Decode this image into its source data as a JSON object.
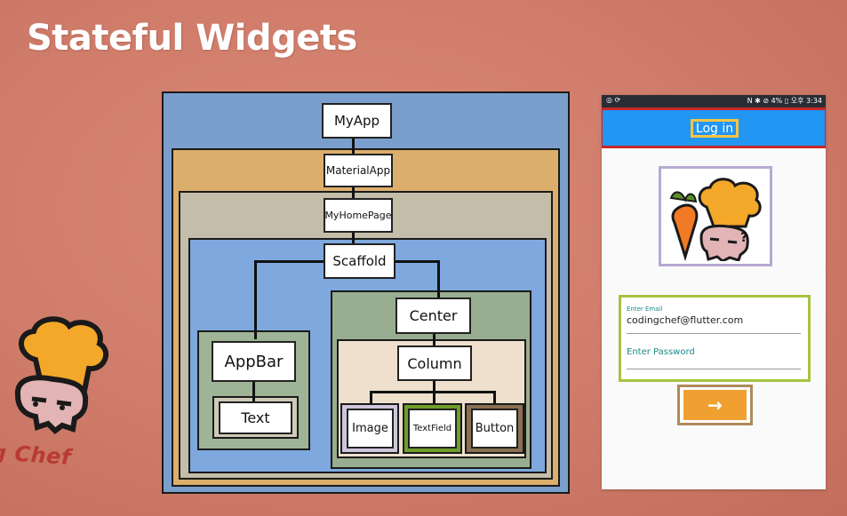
{
  "slide": {
    "title": "Stateful Widgets"
  },
  "watermark": {
    "text": "g Chef"
  },
  "tree": {
    "myapp": "MyApp",
    "materialapp": "MaterialApp",
    "myhomepage": "MyHomePage",
    "scaffold": "Scaffold",
    "appbar": "AppBar",
    "text": "Text",
    "center": "Center",
    "column": "Column",
    "image": "Image",
    "textfield": "TextField",
    "button": "Button"
  },
  "colors": {
    "myapp_bg": "#7b9fcc",
    "materialapp_bg": "#dcae6c",
    "myhomepage_bg": "#c4bda9",
    "scaffold_bg": "#7ea8de",
    "appbar_box": "#9fb496",
    "center_box": "#98ad8f",
    "column_box": "#eee0cd",
    "image_box": "#cfc6dd",
    "textfield_border": "#6f9e2a",
    "button_border": "#8a7052",
    "phone_appbar": "#2196f3",
    "login_outline": "#c62828",
    "login_title_outline": "#f4c542",
    "image_outline": "#b6a9d2",
    "form_outline": "#a6c43e",
    "submit_bg": "#f0a030",
    "submit_outline": "#b08a5a"
  },
  "phone": {
    "status_left_icons": "◎ ⟳",
    "status_right": "N ✱ ⊘ 4% ▯ 오후 3:34",
    "appbar_title": "Log in",
    "email_label": "Enter Email",
    "email_value": "codingchef@flutter.com",
    "password_label": "Enter Password",
    "image_icon": "chef-skull-carrot-icon",
    "question_mark": "?",
    "submit_icon": "arrow-right-icon",
    "submit_glyph": "→"
  }
}
